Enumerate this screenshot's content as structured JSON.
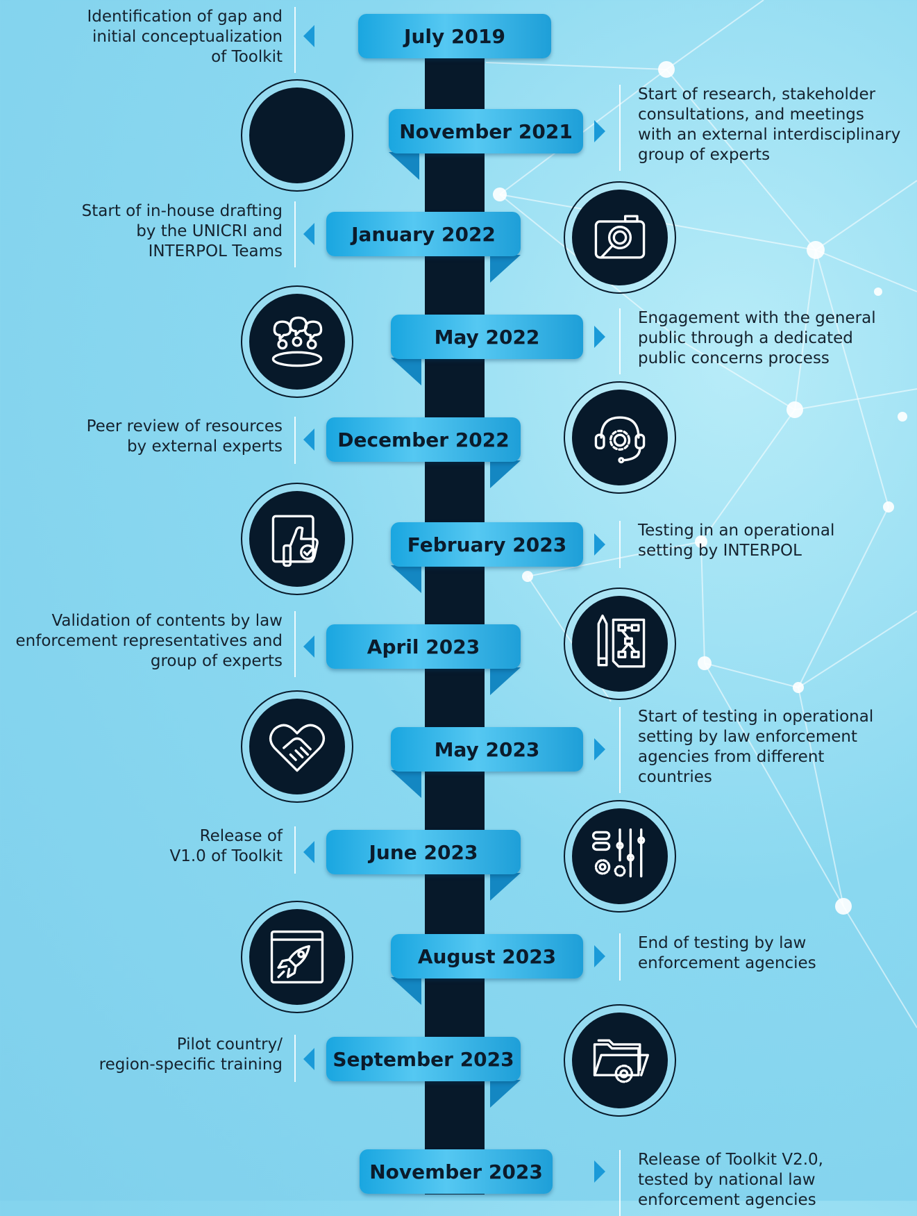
{
  "timeline": [
    {
      "date": "July 2019",
      "description": "Identification of gap and\ninitial conceptualization\nof Toolkit",
      "side": "left",
      "icon": "toolkit-icon"
    },
    {
      "date": "November  2021",
      "description": "Start of research, stakeholder\nconsultations, and meetings\nwith an external interdisciplinary\ngroup of experts",
      "side": "right",
      "icon": "camera-search-icon"
    },
    {
      "date": "January 2022",
      "description": "Start of in-house drafting\nby the UNICRI and\nINTERPOL Teams",
      "side": "left",
      "icon": "meeting-table-icon"
    },
    {
      "date": "May 2022",
      "description": "Engagement with the general\npublic through a dedicated\npublic concerns process",
      "side": "right",
      "icon": "headset-gear-icon"
    },
    {
      "date": "December 2022",
      "description": "Peer review of resources\nby external experts",
      "side": "left",
      "icon": "thumbs-up-check-icon"
    },
    {
      "date": "February 2023",
      "description": "Testing in an operational\nsetting by INTERPOL",
      "side": "right",
      "icon": "pencil-flowchart-icon"
    },
    {
      "date": "April 2023",
      "description": "Validation of contents by law\nenforcement representatives and\ngroup of experts",
      "side": "left",
      "icon": "heart-handshake-icon"
    },
    {
      "date": "May 2023",
      "description": "Start of testing in operational\nsetting by  law enforcement\nagencies from different\ncountries",
      "side": "right",
      "icon": "settings-sliders-icon"
    },
    {
      "date": "June 2023",
      "description": "Release of\nV1.0 of Toolkit",
      "side": "left",
      "icon": "browser-rocket-icon"
    },
    {
      "date": "August 2023",
      "description": "End of testing by law\nenforcement agencies",
      "side": "right",
      "icon": "folder-gear-icon"
    },
    {
      "date": "September 2023",
      "description": "Pilot country/\nregion-specific training",
      "side": "left",
      "icon": "rocket-launch-icon"
    },
    {
      "date": "November 2023",
      "description": "Release of Toolkit V2.0,\ntested by national law\nenforcement agencies",
      "side": "right",
      "icon": ""
    }
  ],
  "colors": {
    "background": "#8ad8f0",
    "spine": "#07192a",
    "tab_gradient_start": "#1aa6e0",
    "tab_gradient_mid": "#55c8f2",
    "fold": "#1487c2",
    "arrow": "#1a9ad8",
    "icon_circle": "#07192a"
  }
}
